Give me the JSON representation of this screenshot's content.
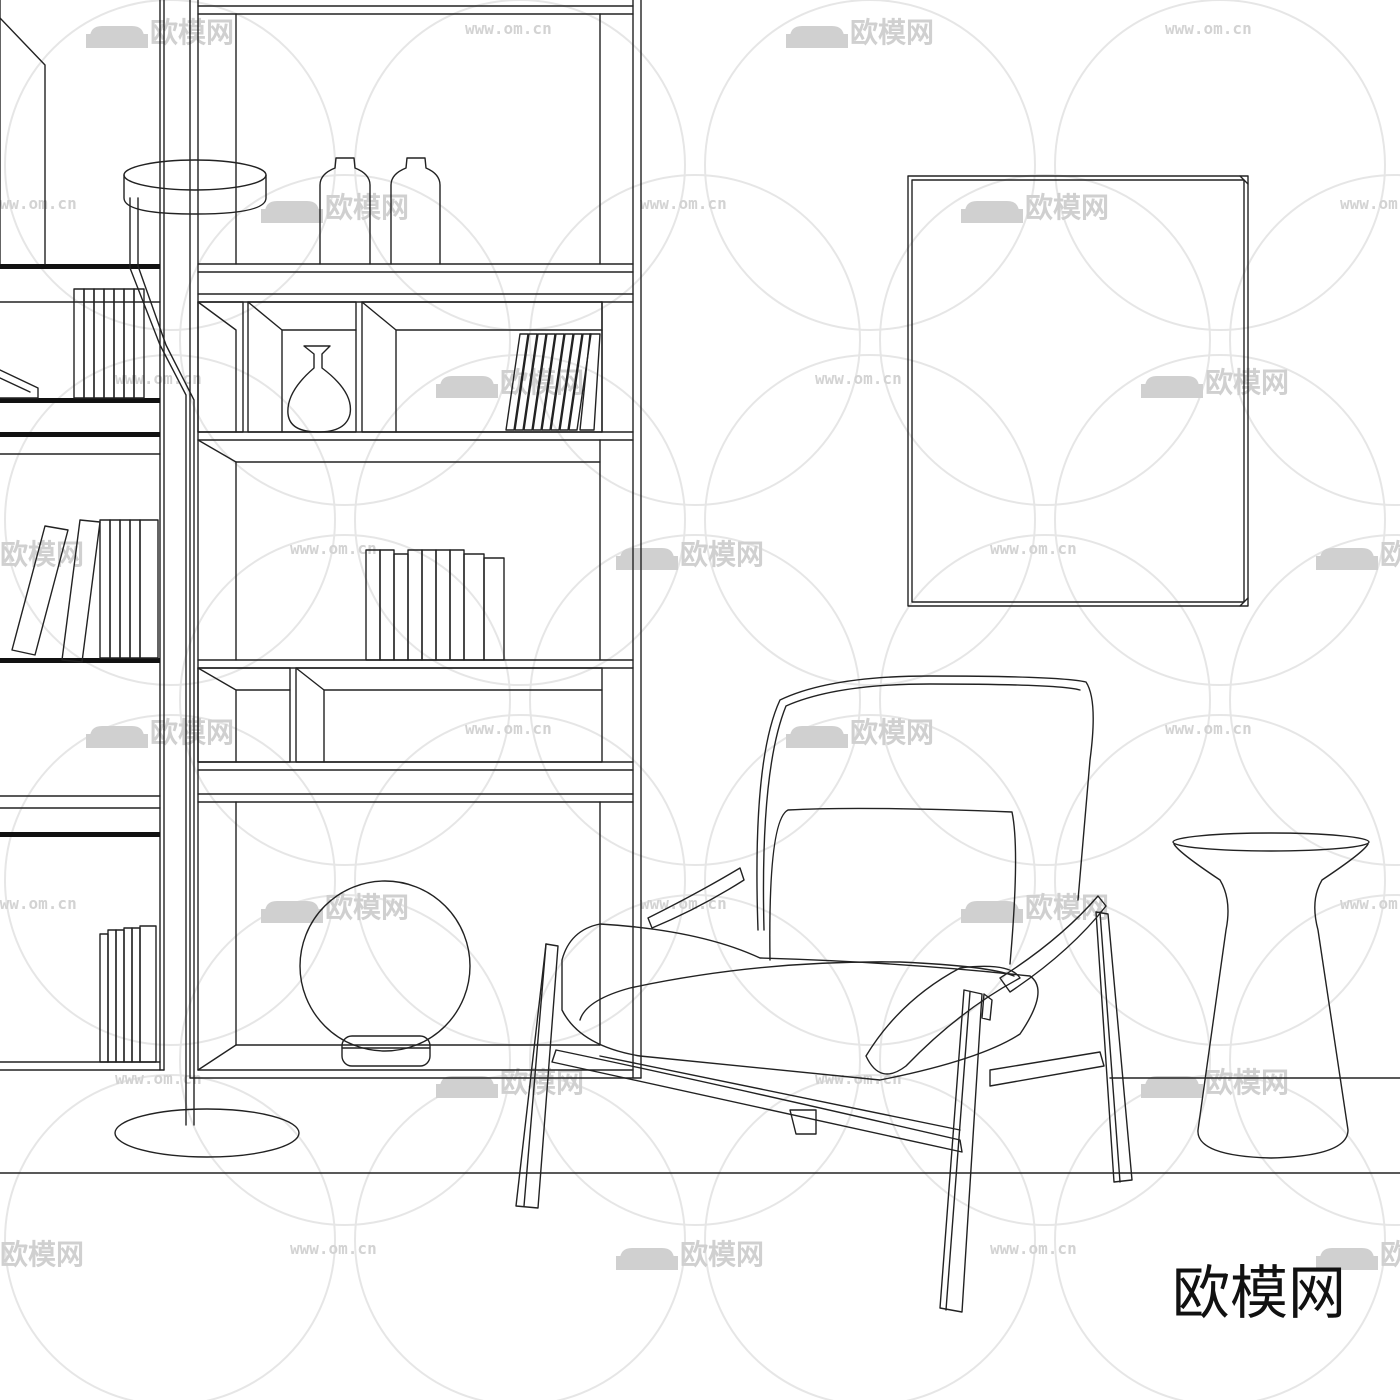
{
  "brand": {
    "text": "欧模网"
  },
  "watermark": {
    "logo_text": "欧模网",
    "url_text": "www.om.cn",
    "color": "#d0d0d0"
  },
  "drawing": {
    "style": "line-drawing",
    "line_color": "#222222",
    "background": "#ffffff"
  }
}
